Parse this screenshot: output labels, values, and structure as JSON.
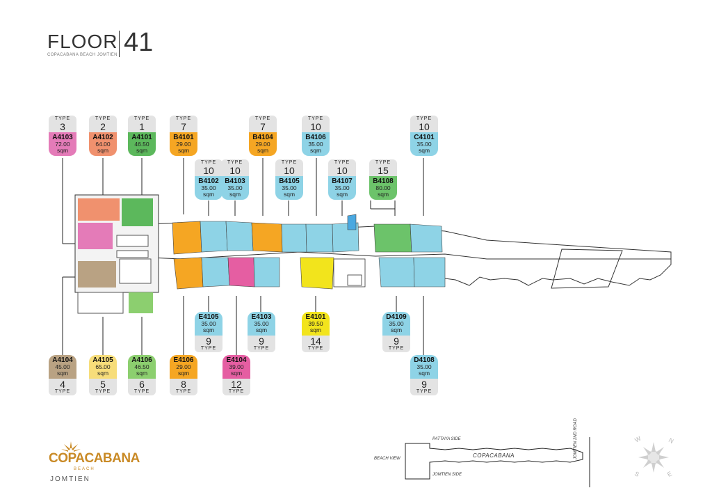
{
  "header": {
    "floor_word": "FLOOR",
    "floor_number": "41",
    "subtitle": "COPACABANA BEACH JOMTIEN"
  },
  "type_label": "TYPE",
  "area_unit": "sqm",
  "units_top": [
    {
      "id": "A4103",
      "type": "3",
      "area": "72.00",
      "color": "#e47bb8"
    },
    {
      "id": "A4102",
      "type": "2",
      "area": "64.00",
      "color": "#f0916e"
    },
    {
      "id": "A4101",
      "type": "1",
      "area": "46.50",
      "color": "#5cb85c"
    },
    {
      "id": "B4101",
      "type": "7",
      "area": "29.00",
      "color": "#f5a623"
    },
    {
      "id": "B4102",
      "type": "10",
      "area": "35.00",
      "color": "#8ed3e6"
    },
    {
      "id": "B4103",
      "type": "10",
      "area": "35.00",
      "color": "#8ed3e6"
    },
    {
      "id": "B4104",
      "type": "7",
      "area": "29.00",
      "color": "#f5a623"
    },
    {
      "id": "B4105",
      "type": "10",
      "area": "35.00",
      "color": "#8ed3e6"
    },
    {
      "id": "B4106",
      "type": "10",
      "area": "35.00",
      "color": "#8ed3e6"
    },
    {
      "id": "B4107",
      "type": "10",
      "area": "35.00",
      "color": "#8ed3e6"
    },
    {
      "id": "B4108",
      "type": "15",
      "area": "80.00",
      "color": "#6cc36a"
    },
    {
      "id": "C4101",
      "type": "10",
      "area": "35.00",
      "color": "#8ed3e6"
    }
  ],
  "units_bottom": [
    {
      "id": "A4104",
      "type": "4",
      "area": "45.00",
      "color": "#b9a283"
    },
    {
      "id": "A4105",
      "type": "5",
      "area": "65.00",
      "color": "#f7dd7a"
    },
    {
      "id": "A4106",
      "type": "6",
      "area": "46.50",
      "color": "#8ccf6f"
    },
    {
      "id": "E4106",
      "type": "8",
      "area": "29.00",
      "color": "#f5a623"
    },
    {
      "id": "E4105",
      "type": "9",
      "area": "35.00",
      "color": "#8ed3e6"
    },
    {
      "id": "E4104",
      "type": "12",
      "area": "39.00",
      "color": "#e55ea2"
    },
    {
      "id": "E4103",
      "type": "9",
      "area": "35.00",
      "color": "#8ed3e6"
    },
    {
      "id": "E4101",
      "type": "14",
      "area": "39.50",
      "color": "#f2e41c"
    },
    {
      "id": "D4109",
      "type": "9",
      "area": "35.00",
      "color": "#8ed3e6"
    },
    {
      "id": "D4108",
      "type": "9",
      "area": "35.00",
      "color": "#8ed3e6"
    }
  ],
  "logo": {
    "name": "COPACABANA",
    "beach": "BEACH",
    "location": "JOMTIEN"
  },
  "key_plan": {
    "pattaya_side": "PATTAYA SIDE",
    "jomtien_side": "JOMTIEN SIDE",
    "beach_view": "BEACH VIEW",
    "center_label": "COPACABANA",
    "road": "JOMTIEN 2ND ROAD"
  },
  "compass": {
    "n": "N",
    "s": "S",
    "e": "E",
    "w": "W"
  }
}
